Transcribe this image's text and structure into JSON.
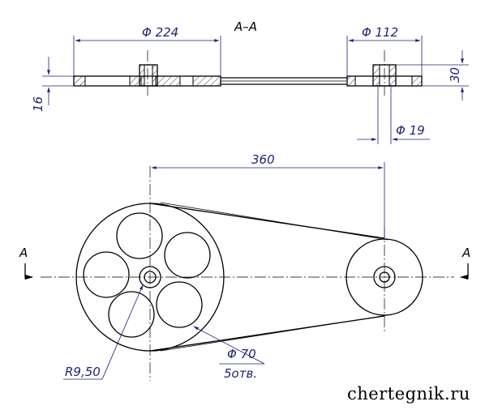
{
  "section_title": "A–A",
  "dimensions": {
    "large_diameter": "Φ 224",
    "small_diameter": "Φ 112",
    "hub_thickness_large": "16",
    "height_small": "30",
    "bore_diameter": "Φ 19",
    "center_distance": "360",
    "hole_diameter": "Φ 70",
    "hole_count": "5отв.",
    "radius": "R9,50"
  },
  "section_marks": {
    "left": "A",
    "right": "A"
  },
  "watermark": "chertegnik.ru"
}
